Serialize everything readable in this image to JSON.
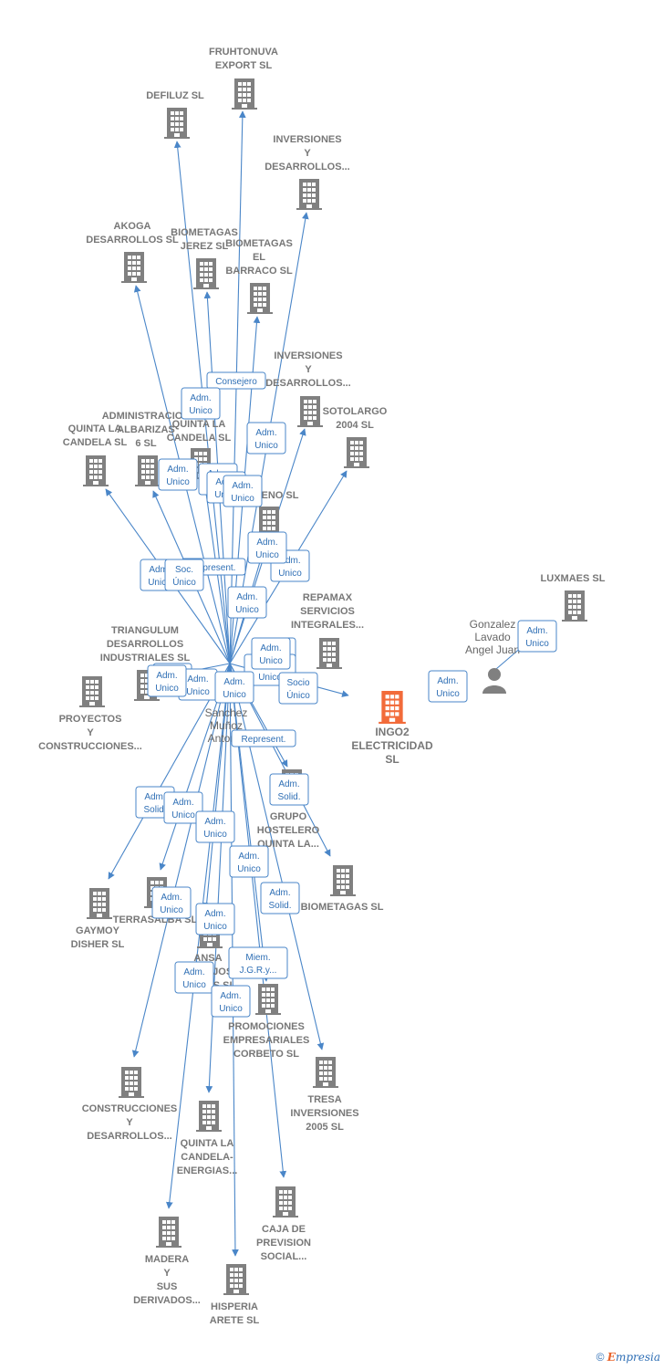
{
  "colors": {
    "edge": "#4a86c8",
    "company": "#808080",
    "highlight": "#f26b3a",
    "person": "#808080"
  },
  "focus": {
    "label": [
      "INGO2",
      "ELECTRICIDAD",
      "SL"
    ]
  },
  "persons": [
    {
      "id": "sanchez",
      "label": [
        "Sanchez",
        "Muñoz",
        "Antonio"
      ]
    },
    {
      "id": "gonzalez",
      "label": [
        "Gonzalez",
        "Lavado",
        "Angel Juan"
      ]
    }
  ],
  "companies": [
    {
      "id": "fruhtonuva",
      "label": [
        "FRUHTONUVA",
        "EXPORT SL"
      ]
    },
    {
      "id": "defiluz",
      "label": [
        "DEFILUZ SL"
      ]
    },
    {
      "id": "inv1",
      "label": [
        "INVERSIONES",
        "Y",
        "DESARROLLOS..."
      ]
    },
    {
      "id": "akoga",
      "label": [
        "AKOGA",
        "DESARROLLOS SL"
      ]
    },
    {
      "id": "biojerez",
      "label": [
        "BIOMETAGAS",
        "JEREZ SL"
      ]
    },
    {
      "id": "biobarraco",
      "label": [
        "BIOMETAGAS",
        "EL",
        "BARRACO SL"
      ]
    },
    {
      "id": "inv2",
      "label": [
        "INVERSIONES",
        "Y",
        "DESARROLLOS..."
      ]
    },
    {
      "id": "sotolargo",
      "label": [
        "SOTOLARGO",
        "2004 SL"
      ]
    },
    {
      "id": "quintacandela1",
      "label": [
        "QUINTA LA",
        "CANDELA SL"
      ]
    },
    {
      "id": "administracion",
      "label": [
        "ADMINISTRACION",
        "ALBARIZAS",
        "6 SL"
      ]
    },
    {
      "id": "quintacandela2",
      "label": [
        "QUINTA LA",
        "CANDELA SL"
      ]
    },
    {
      "id": "eno",
      "label": [
        "ENO SL"
      ]
    },
    {
      "id": "luxmaes",
      "label": [
        "LUXMAES SL"
      ]
    },
    {
      "id": "repamax",
      "label": [
        "REPAMAX",
        "SERVICIOS",
        "INTEGRALES..."
      ]
    },
    {
      "id": "triangulum",
      "label": [
        "TRIANGULUM",
        "DESARROLLOS",
        "INDUSTRIALES SL"
      ]
    },
    {
      "id": "proyectos",
      "label": [
        "PROYECTOS",
        "Y",
        "CONSTRUCCIONES..."
      ]
    },
    {
      "id": "grupo",
      "label": [
        "GRUPO",
        "HOSTELERO",
        "QUINTA LA..."
      ]
    },
    {
      "id": "biometagas",
      "label": [
        "BIOMETAGAS SL"
      ]
    },
    {
      "id": "gaymoy",
      "label": [
        "GAYMOY",
        "DISHER SL"
      ]
    },
    {
      "id": "terrasalba",
      "label": [
        "TERRASALBA SL"
      ]
    },
    {
      "id": "ansa",
      "label": [
        "ANSA",
        "MANEJOS",
        "MEDIOS SL"
      ]
    },
    {
      "id": "promociones",
      "label": [
        "PROMOCIONES",
        "EMPRESARIALES",
        "CORBETO SL"
      ]
    },
    {
      "id": "tresa",
      "label": [
        "TRESA",
        "INVERSIONES",
        "2005 SL"
      ]
    },
    {
      "id": "construcciones",
      "label": [
        "CONSTRUCCIONES",
        "Y",
        "DESARROLLOS..."
      ]
    },
    {
      "id": "quintaenergias",
      "label": [
        "QUINTA LA",
        "CANDELA-",
        "ENERGIAS..."
      ]
    },
    {
      "id": "caja",
      "label": [
        "CAJA DE",
        "PREVISION",
        "SOCIAL..."
      ]
    },
    {
      "id": "madera",
      "label": [
        "MADERA",
        "Y",
        "SUS",
        "DERIVADOS..."
      ]
    },
    {
      "id": "hisperia",
      "label": [
        "HISPERIA",
        "ARETE SL"
      ]
    }
  ],
  "edges": [
    {
      "from": "sanchez",
      "to": "fruhtonuva"
    },
    {
      "from": "sanchez",
      "to": "defiluz"
    },
    {
      "from": "sanchez",
      "to": "inv1"
    },
    {
      "from": "sanchez",
      "to": "akoga"
    },
    {
      "from": "sanchez",
      "to": "biojerez"
    },
    {
      "from": "sanchez",
      "to": "biobarraco"
    },
    {
      "from": "sanchez",
      "to": "inv2"
    },
    {
      "from": "sanchez",
      "to": "sotolargo"
    },
    {
      "from": "sanchez",
      "to": "quintacandela1"
    },
    {
      "from": "sanchez",
      "to": "administracion"
    },
    {
      "from": "sanchez",
      "to": "quintacandela2"
    },
    {
      "from": "sanchez",
      "to": "eno"
    },
    {
      "from": "sanchez",
      "to": "triangulum"
    },
    {
      "from": "sanchez",
      "to": "focus"
    },
    {
      "from": "sanchez",
      "to": "grupo"
    },
    {
      "from": "sanchez",
      "to": "biometagas"
    },
    {
      "from": "sanchez",
      "to": "gaymoy"
    },
    {
      "from": "sanchez",
      "to": "terrasalba"
    },
    {
      "from": "sanchez",
      "to": "ansa"
    },
    {
      "from": "sanchez",
      "to": "promociones"
    },
    {
      "from": "sanchez",
      "to": "tresa"
    },
    {
      "from": "sanchez",
      "to": "construcciones"
    },
    {
      "from": "sanchez",
      "to": "quintaenergias"
    },
    {
      "from": "sanchez",
      "to": "caja"
    },
    {
      "from": "sanchez",
      "to": "madera"
    },
    {
      "from": "sanchez",
      "to": "hisperia"
    },
    {
      "from": "gonzalez",
      "to": "luxmaes"
    }
  ],
  "tags": [
    {
      "label": [
        "Consejero"
      ]
    },
    {
      "label": [
        "Adm.",
        "Unico"
      ]
    },
    {
      "label": [
        "Adm.",
        "Unico"
      ]
    },
    {
      "label": [
        "Adm.",
        "Unico"
      ]
    },
    {
      "label": [
        "Adm.",
        "Solid."
      ]
    },
    {
      "label": [
        "Adm.",
        "Unico"
      ]
    },
    {
      "label": [
        "Adm.",
        "Unico"
      ]
    },
    {
      "label": [
        "Adm.",
        "Unico"
      ]
    },
    {
      "label": [
        "Adm.",
        "Unico"
      ]
    },
    {
      "label": [
        "Adm.",
        "Unico"
      ]
    },
    {
      "label": [
        "Adm.",
        "Unico"
      ]
    },
    {
      "label": [
        "Adm.",
        "Unico"
      ]
    },
    {
      "label": [
        "Adm.",
        "Unico"
      ]
    },
    {
      "label": [
        "Represent."
      ]
    },
    {
      "label": [
        "Soc.",
        "Único"
      ]
    },
    {
      "label": [
        "Adm.",
        "Unico"
      ]
    },
    {
      "label": [
        "Adm.",
        "Unico"
      ]
    },
    {
      "label": [
        "Adm.",
        "Unico"
      ]
    },
    {
      "label": [
        "Adm.",
        "Unico"
      ]
    },
    {
      "label": [
        "Adm.",
        "Unico"
      ]
    },
    {
      "label": [
        "Socio",
        "Único"
      ]
    },
    {
      "label": [
        "Adm.",
        "Unico"
      ]
    },
    {
      "label": [
        "Represent."
      ]
    },
    {
      "label": [
        "Adm.",
        "Solid."
      ]
    },
    {
      "label": [
        "Adm.",
        "Solid."
      ]
    },
    {
      "label": [
        "Adm.",
        "Unico"
      ]
    },
    {
      "label": [
        "Adm.",
        "Unico"
      ]
    },
    {
      "label": [
        "Adm.",
        "Unico"
      ]
    },
    {
      "label": [
        "Adm.",
        "Solid."
      ]
    },
    {
      "label": [
        "Adm.",
        "Unico"
      ]
    },
    {
      "label": [
        "Adm.",
        "Unico"
      ]
    },
    {
      "label": [
        "Miem.",
        "J.G.R.y..."
      ]
    },
    {
      "label": [
        "Adm.",
        "Unico"
      ]
    },
    {
      "label": [
        "Adm.",
        "Unico"
      ]
    },
    {
      "label": [
        "Adm.",
        "Unico"
      ]
    },
    {
      "label": [
        "Adm.",
        "Unico"
      ]
    }
  ],
  "footer": {
    "copyright": "©",
    "brand_initial": "E",
    "brand_rest": "mpresia"
  }
}
